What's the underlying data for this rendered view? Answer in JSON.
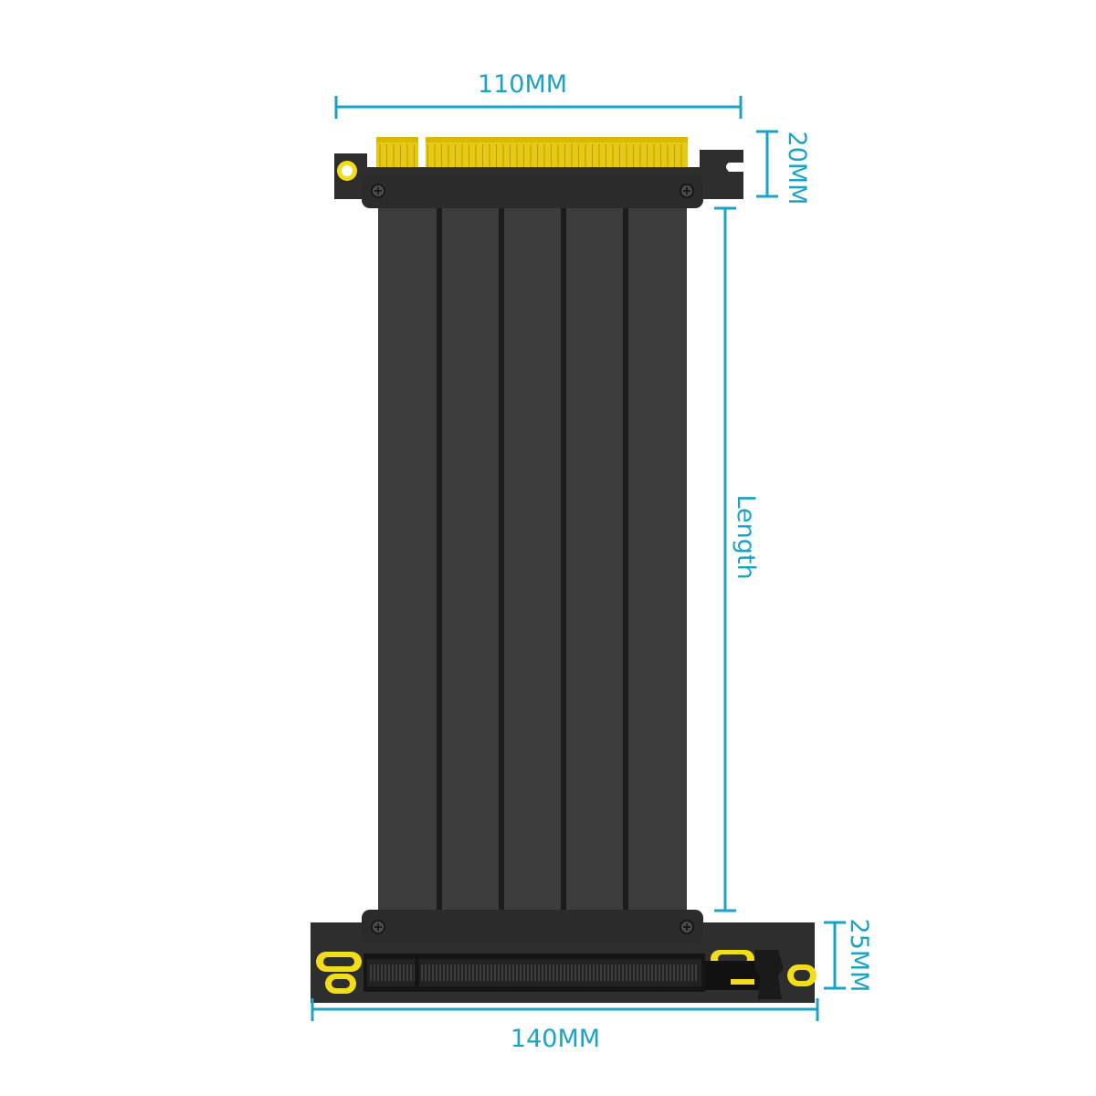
{
  "colors": {
    "background": "#ffffff",
    "dimension": "#1aa3c4",
    "cable": "#3d3d3d",
    "cable_shadow": "#1c1c1c",
    "bracket": "#333333",
    "clamp": "#2b2b2b",
    "gold": "#e7c814",
    "gold_dark": "#b89c00",
    "slot": "#151515",
    "yellow_pad": "#f2dd1a"
  },
  "dimensions": {
    "top_width": "110MM",
    "top_height": "20MM",
    "length": "Length",
    "bottom_height": "25MM",
    "bottom_width": "140MM"
  },
  "icons": {
    "screw": "screw-icon",
    "mount_hole": "mount-hole-icon",
    "latch": "slot-latch-icon"
  }
}
